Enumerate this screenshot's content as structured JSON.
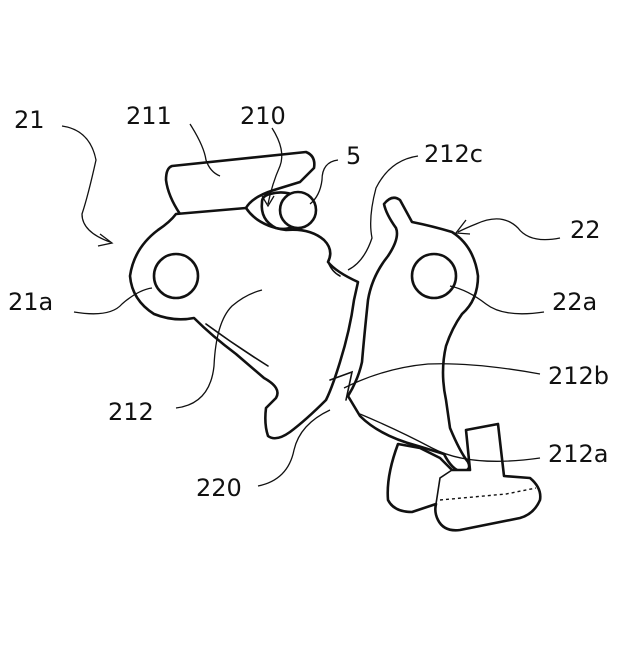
{
  "labels": {
    "l21": "21",
    "l211": "211",
    "l210": "210",
    "l5": "5",
    "l212c": "212c",
    "l22": "22",
    "l21a": "21a",
    "l22a": "22a",
    "l212b": "212b",
    "l212": "212",
    "l212a": "212a",
    "l220": "220"
  }
}
